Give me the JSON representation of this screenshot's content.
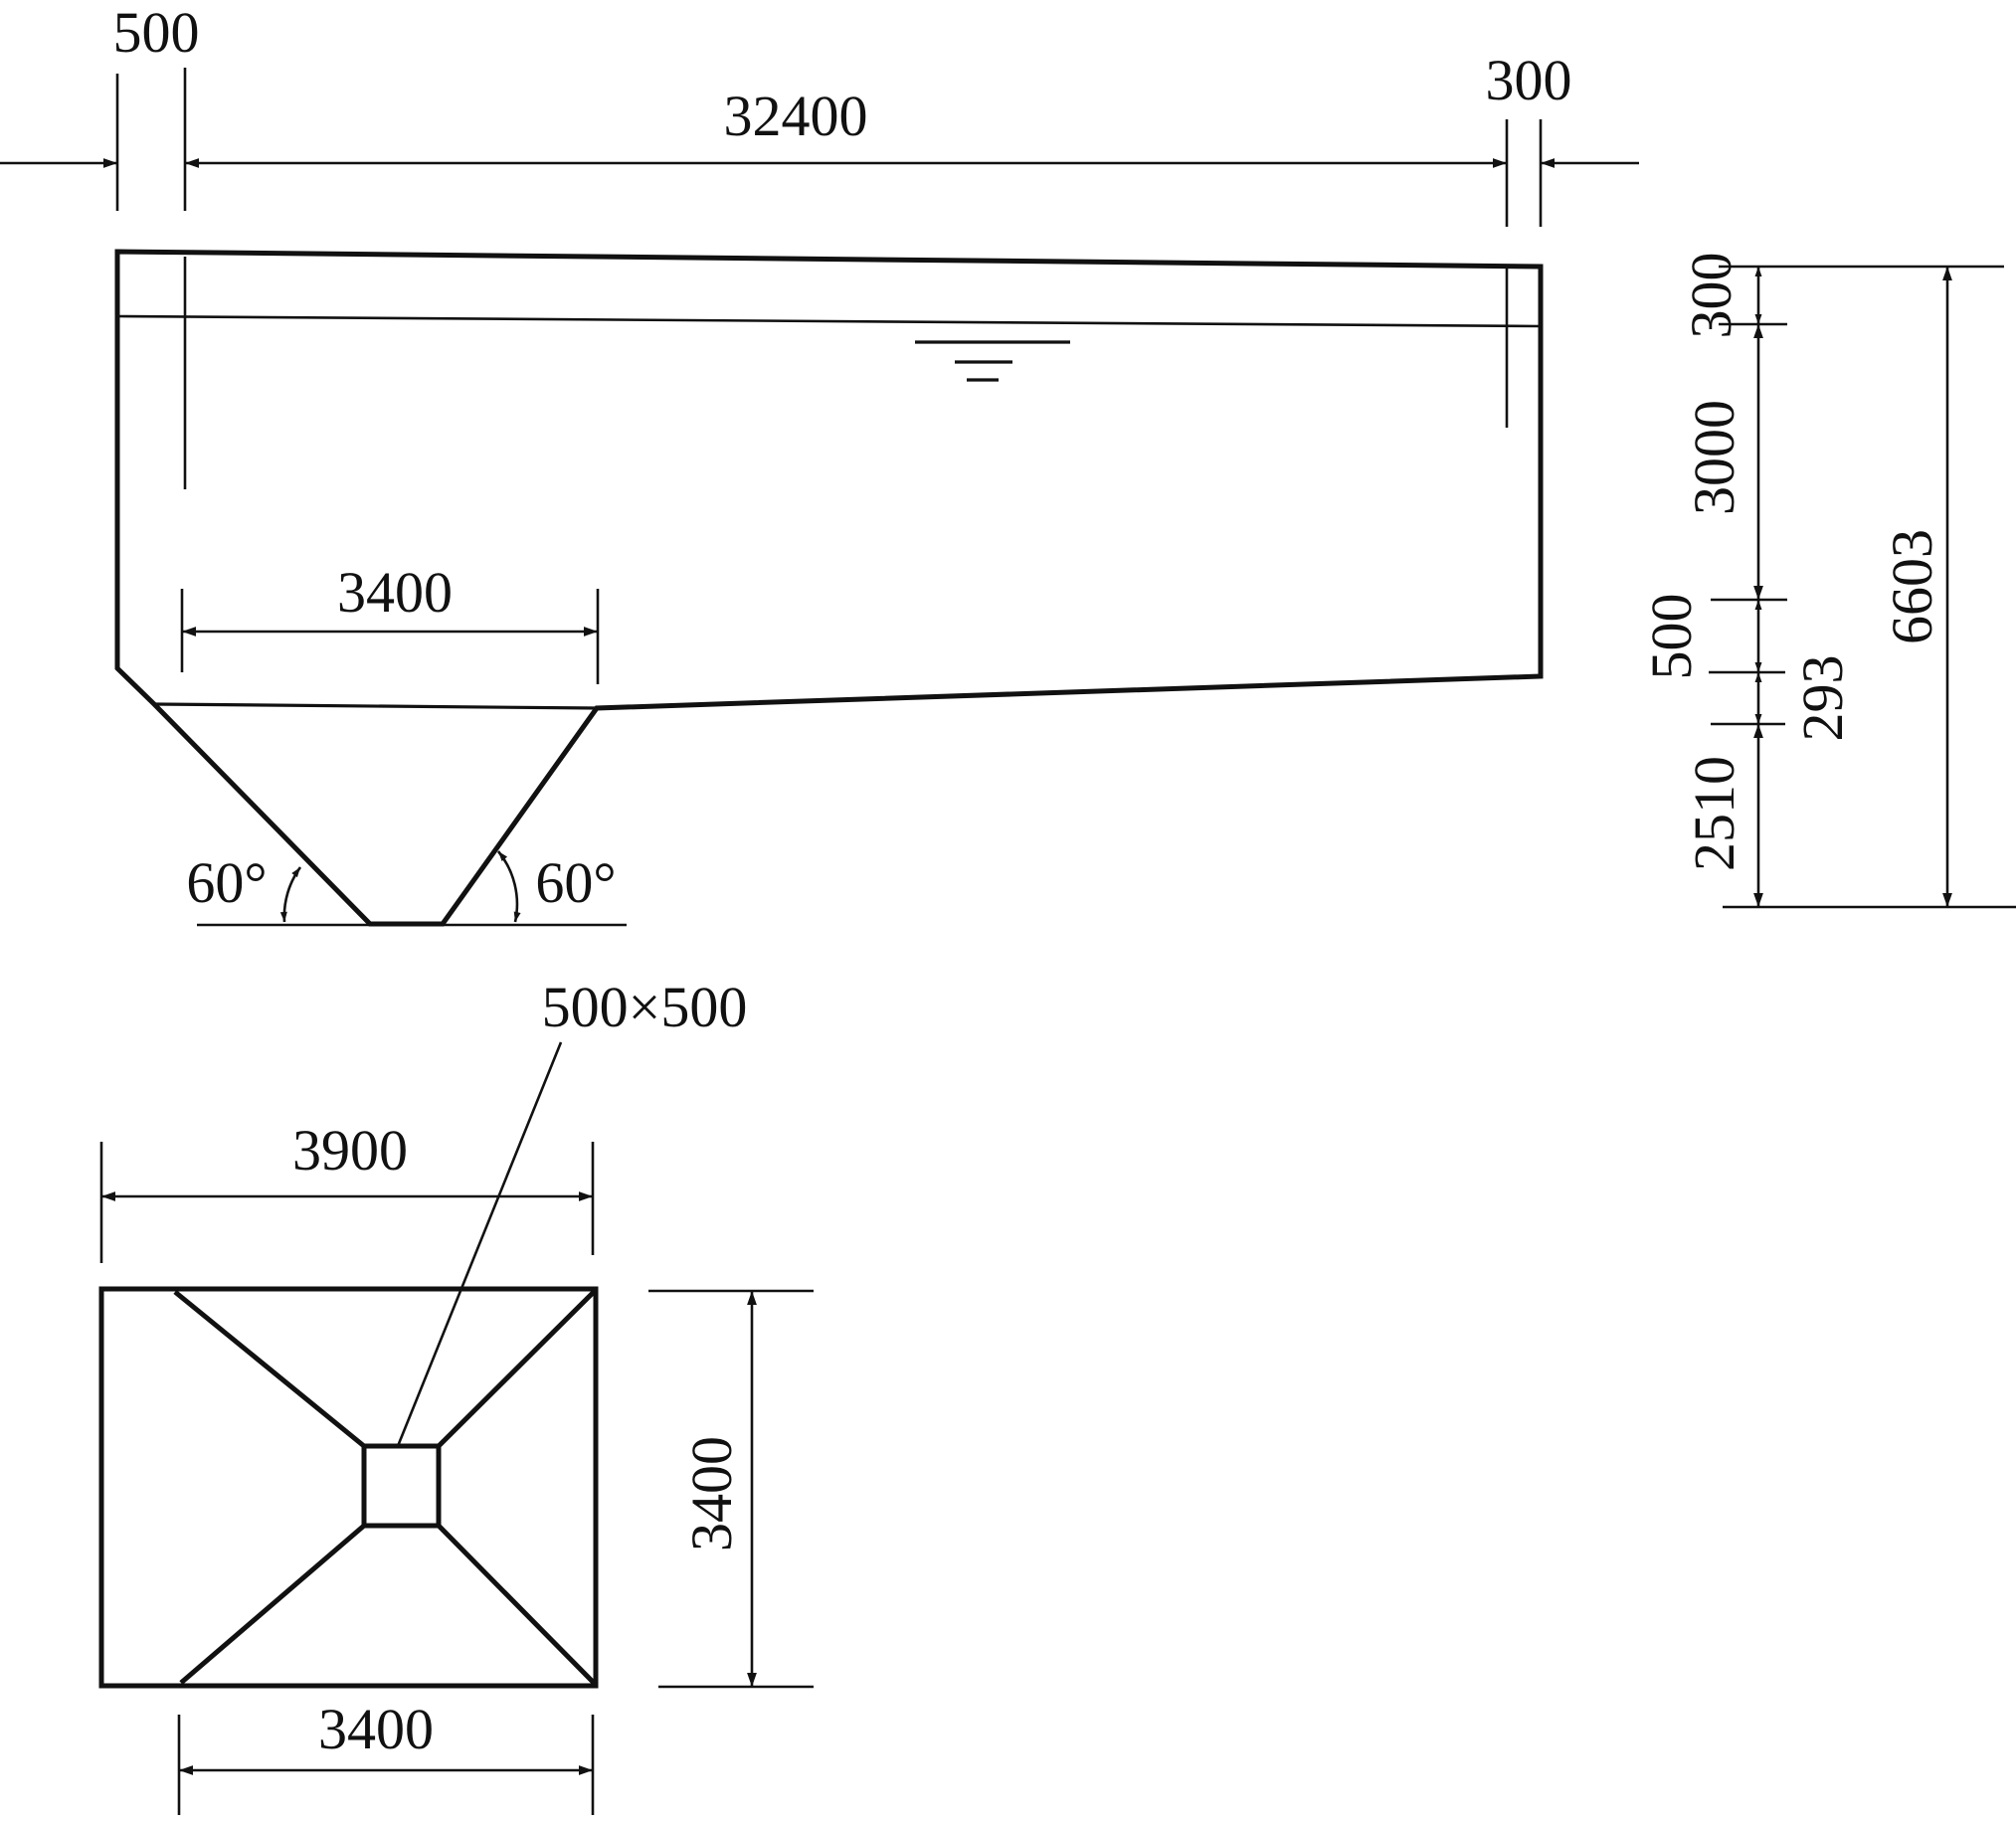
{
  "elevation": {
    "dims": {
      "inlet_wall": "500",
      "tank_length": "32400",
      "outlet_wall": "300",
      "hopper_top_width": "3400",
      "freeboard": "300",
      "effective_depth": "3000",
      "buffer_layer": "500",
      "slope_rise": "293",
      "hopper_depth": "2510",
      "total_height": "6603"
    },
    "angles": {
      "left": "60°",
      "right": "60°"
    }
  },
  "plan": {
    "outlet_size": "500×500",
    "dims": {
      "top_width": "3900",
      "bottom_width": "3400",
      "depth": "3400"
    }
  },
  "colors": {
    "line": "#111111",
    "background": "#ffffff"
  }
}
